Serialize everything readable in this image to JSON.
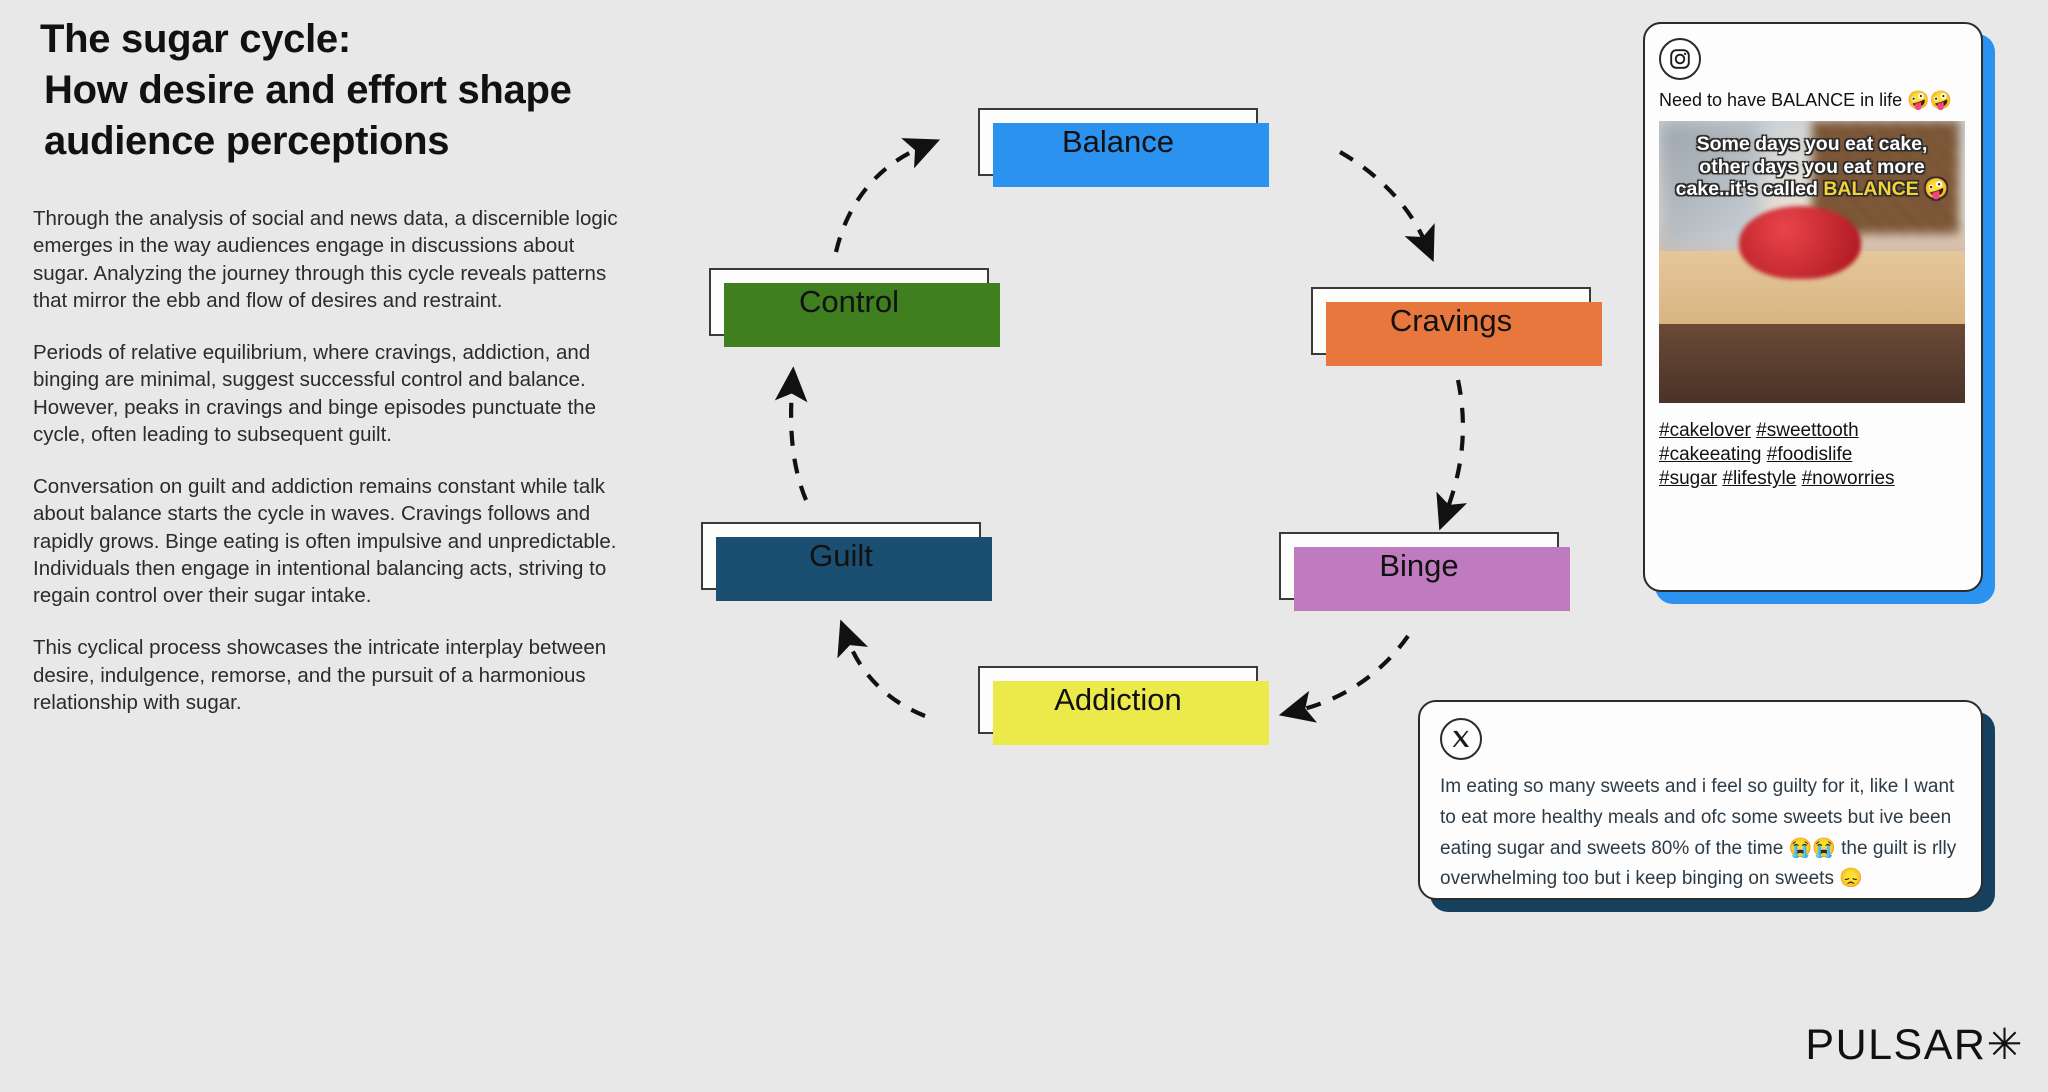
{
  "background_color": "#e8e8e8",
  "header": {
    "title_line1": "The sugar cycle:",
    "title_line2": "How desire and effort shape",
    "title_line3": "audience perceptions"
  },
  "body": {
    "paragraphs": [
      "Through the analysis of social and news data, a discernible logic emerges in the way audiences engage in discussions about sugar. Analyzing the journey through this cycle reveals patterns that mirror the ebb and flow of desires and restraint.",
      "Periods of relative equilibrium, where cravings, addiction, and binging are minimal, suggest successful control and balance. However, peaks in cravings and binge episodes punctuate the cycle, often leading to subsequent guilt.",
      "Conversation on guilt and addiction remains constant while talk about balance starts the cycle in waves. Cravings follows and rapidly grows. Binge eating is often impulsive and unpredictable. Individuals then engage in intentional balancing acts, striving to regain control over their sugar intake.",
      "This cyclical process showcases the intricate interplay between desire, indulgence, remorse, and the pursuit of a harmonious relationship with sugar."
    ]
  },
  "chart_data": {
    "type": "diagram",
    "title": "The sugar cycle",
    "layout": "clockwise-cycle",
    "nodes": [
      {
        "id": "balance",
        "label": "Balance",
        "accent": "#2b92f0"
      },
      {
        "id": "cravings",
        "label": "Cravings",
        "accent": "#e8773e"
      },
      {
        "id": "binge",
        "label": "Binge",
        "accent": "#c07bc0"
      },
      {
        "id": "addiction",
        "label": "Addiction",
        "accent": "#ece94a"
      },
      {
        "id": "guilt",
        "label": "Guilt",
        "accent": "#1b4f72"
      },
      {
        "id": "control",
        "label": "Control",
        "accent": "#3f7f1f"
      }
    ],
    "edges": [
      {
        "from": "balance",
        "to": "cravings",
        "style": "dashed"
      },
      {
        "from": "cravings",
        "to": "binge",
        "style": "dashed"
      },
      {
        "from": "binge",
        "to": "addiction",
        "style": "dashed"
      },
      {
        "from": "addiction",
        "to": "guilt",
        "style": "dashed"
      },
      {
        "from": "guilt",
        "to": "control",
        "style": "dashed"
      },
      {
        "from": "control",
        "to": "balance",
        "style": "dashed"
      }
    ]
  },
  "instagram_card": {
    "platform": "instagram",
    "accent": "#2b92f0",
    "caption": "Need to have BALANCE in life 🤪🤪",
    "image_overlay_pre": "Some days you eat cake, other days you eat more cake..it's called ",
    "image_overlay_highlight": "BALANCE",
    "image_overlay_post": " 🤪",
    "hashtags": [
      "#cakelover",
      "#sweettooth",
      "#cakeeating",
      "#foodislife",
      "#sugar",
      "#lifestyle",
      "#noworries"
    ]
  },
  "x_card": {
    "platform": "x",
    "accent": "#17405f",
    "text": "Im eating so many sweets and i feel so guilty for it, like I want to eat more healthy meals and ofc some sweets but ive been eating sugar and sweets 80% of the time 😭😭 the guilt is rlly overwhelming too but i keep binging on sweets 😞"
  },
  "footer": {
    "logo": "PULSAR✳"
  }
}
